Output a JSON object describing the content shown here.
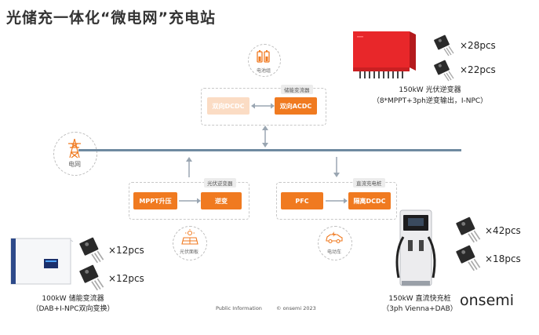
{
  "title": "光储充一体化“微电网”充电站",
  "icons": {
    "battery": "电池组",
    "grid": "电网",
    "pv": "光伏面板",
    "ev": "电动车"
  },
  "storage_converter": {
    "tag": "储能变流器",
    "dcdc": "双向DCDC",
    "acdc": "双向ACDC"
  },
  "pv_inverter": {
    "tag": "光伏逆变器",
    "mppt": "MPPT升压",
    "inverter": "逆变"
  },
  "dc_charger": {
    "tag": "直流充电桩",
    "pfc": "PFC",
    "dcdc": "隔离DCDC"
  },
  "products": {
    "pv_inverter": {
      "qty1": "×28pcs",
      "qty2": "×22pcs",
      "caption1": "150kW 光伏逆变器",
      "caption2": "（8*MPPT+3ph逆变输出，I-NPC）"
    },
    "storage_pcs": {
      "qty1": "×12pcs",
      "qty2": "×12pcs",
      "caption1": "100kW 储能变流器",
      "caption2": "（DAB+I-NPC双向变换）"
    },
    "charger": {
      "qty1": "×42pcs",
      "qty2": "×18pcs",
      "caption1": "150kW 直流快充桩",
      "caption2": "（3ph Vienna+DAB）"
    }
  },
  "footer": {
    "public": "Public Information",
    "copyright": "© onsemi 2023"
  },
  "brand": "onsemi",
  "colors": {
    "accent": "#f07a20",
    "accent_light": "#fbdcc4",
    "bus": "#6f8aa0",
    "inverter_red": "#e8272a"
  }
}
